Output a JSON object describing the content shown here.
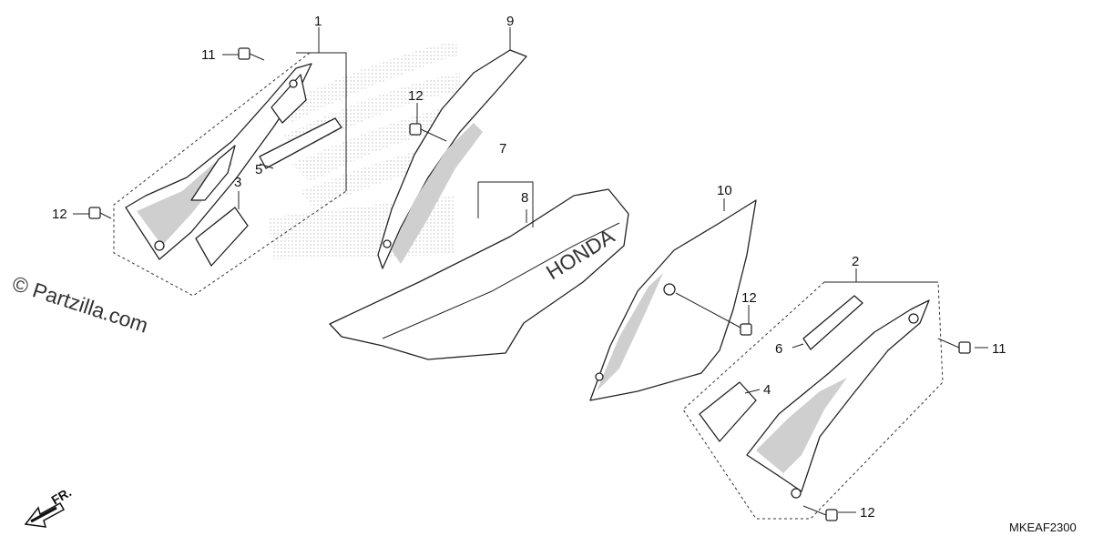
{
  "watermark": "© Partzilla.com",
  "diagram_code": "MKEAF2300",
  "direction_label": "FR.",
  "seat_brand": "HONDA",
  "callouts": [
    {
      "id": "c1",
      "text": "1"
    },
    {
      "id": "c2",
      "text": "2"
    },
    {
      "id": "c3",
      "text": "3"
    },
    {
      "id": "c4",
      "text": "4"
    },
    {
      "id": "c5",
      "text": "5"
    },
    {
      "id": "c6",
      "text": "6"
    },
    {
      "id": "c7",
      "text": "7"
    },
    {
      "id": "c8",
      "text": "8"
    },
    {
      "id": "c9",
      "text": "9"
    },
    {
      "id": "c10",
      "text": "10"
    },
    {
      "id": "c11a",
      "text": "11"
    },
    {
      "id": "c11b",
      "text": "11"
    },
    {
      "id": "c12a",
      "text": "12"
    },
    {
      "id": "c12b",
      "text": "12"
    },
    {
      "id": "c12c",
      "text": "12"
    },
    {
      "id": "c12d",
      "text": "12"
    }
  ]
}
